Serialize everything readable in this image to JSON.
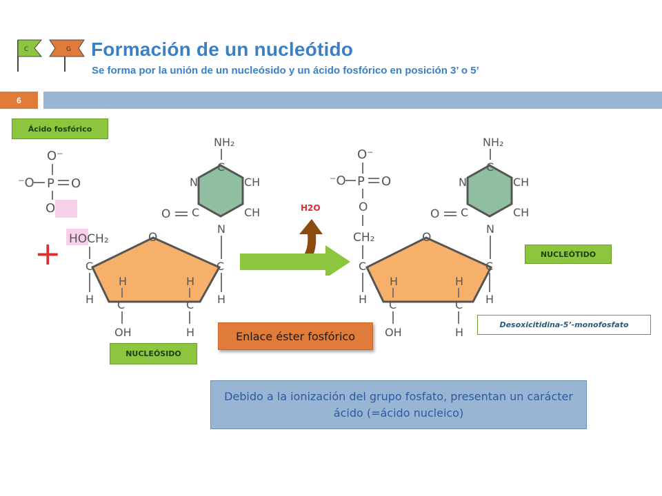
{
  "header": {
    "title": "Formación de un nucleótido",
    "subtitle": "Se forma por la unión de un nucleósido y un ácido fosfórico en posición 3’ o 5’",
    "flag_left": "C",
    "flag_right": "G"
  },
  "slide_number": "6",
  "labels": {
    "acido_fosforico": "Ácido fosfórico",
    "nucleotido": "NUCLEÓTIDO",
    "nucleosido": "NUCLEÓSIDO",
    "desoxicitidina": "Desoxicitidina-5’-monofosfato",
    "enlace": "Enlace éster fosfórico",
    "water": "H2O"
  },
  "note": "Debido a la ionización del grupo fosfato, presentan un carácter ácido (=ácido nucleico)",
  "chem": {
    "o_minus": "O⁻",
    "minus_o": "⁻O",
    "p": "P",
    "o": "O",
    "oh": "OH",
    "ho": "HO",
    "hoch2": "HOCH₂",
    "ch2": "CH₂",
    "nh2": "NH₂",
    "n": "N",
    "c": "C",
    "ch": "CH",
    "h": "H",
    "plus": "+"
  },
  "colors": {
    "title_blue": "#3b7fc4",
    "orange": "#e07b39",
    "bar_blue": "#98b6d4",
    "label_green": "#8cc63f",
    "sugar": "#f6b06a",
    "base": "#8fbfa0",
    "arrow_green": "#8cc63f",
    "arrow_brown": "#8b4a10",
    "highlight_pink": "#f8d0e8",
    "plus_red": "#d93030"
  }
}
